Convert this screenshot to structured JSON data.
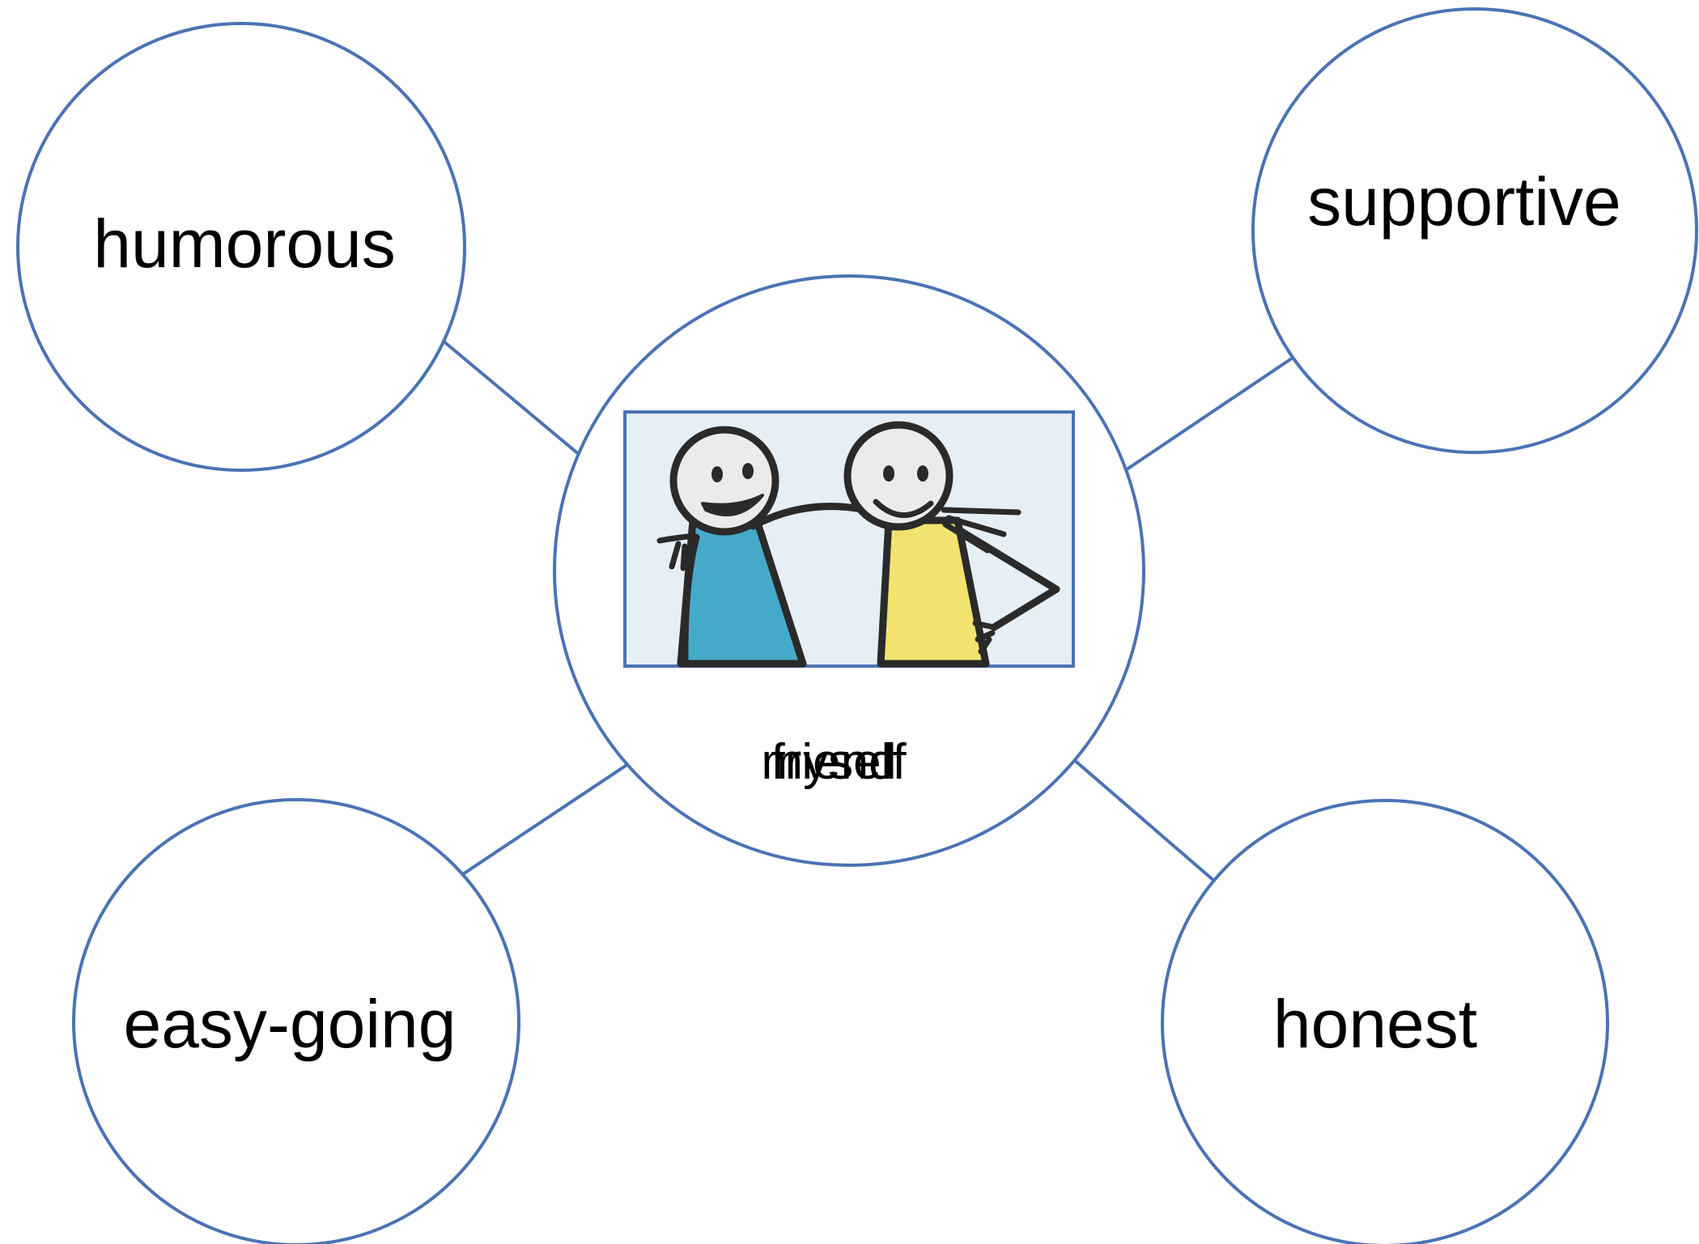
{
  "colors": {
    "outline": "#4a73b5",
    "background": "#ffffff",
    "text": "#000000",
    "picture_background": "#e6eef6",
    "person_left_shirt": "#45aac9",
    "person_right_shirt": "#f1e36e",
    "skin": "#ebebeb",
    "stroke": "#2a2a2a"
  },
  "center": {
    "overlapping_words": [
      "myself",
      "friend"
    ],
    "picture_icon": "two-friends-stick-figures-icon"
  },
  "traits": [
    {
      "id": "humorous",
      "label": "humorous"
    },
    {
      "id": "supportive",
      "label": "supportive"
    },
    {
      "id": "easy-going",
      "label": "easy-going"
    },
    {
      "id": "honest",
      "label": "honest"
    }
  ]
}
